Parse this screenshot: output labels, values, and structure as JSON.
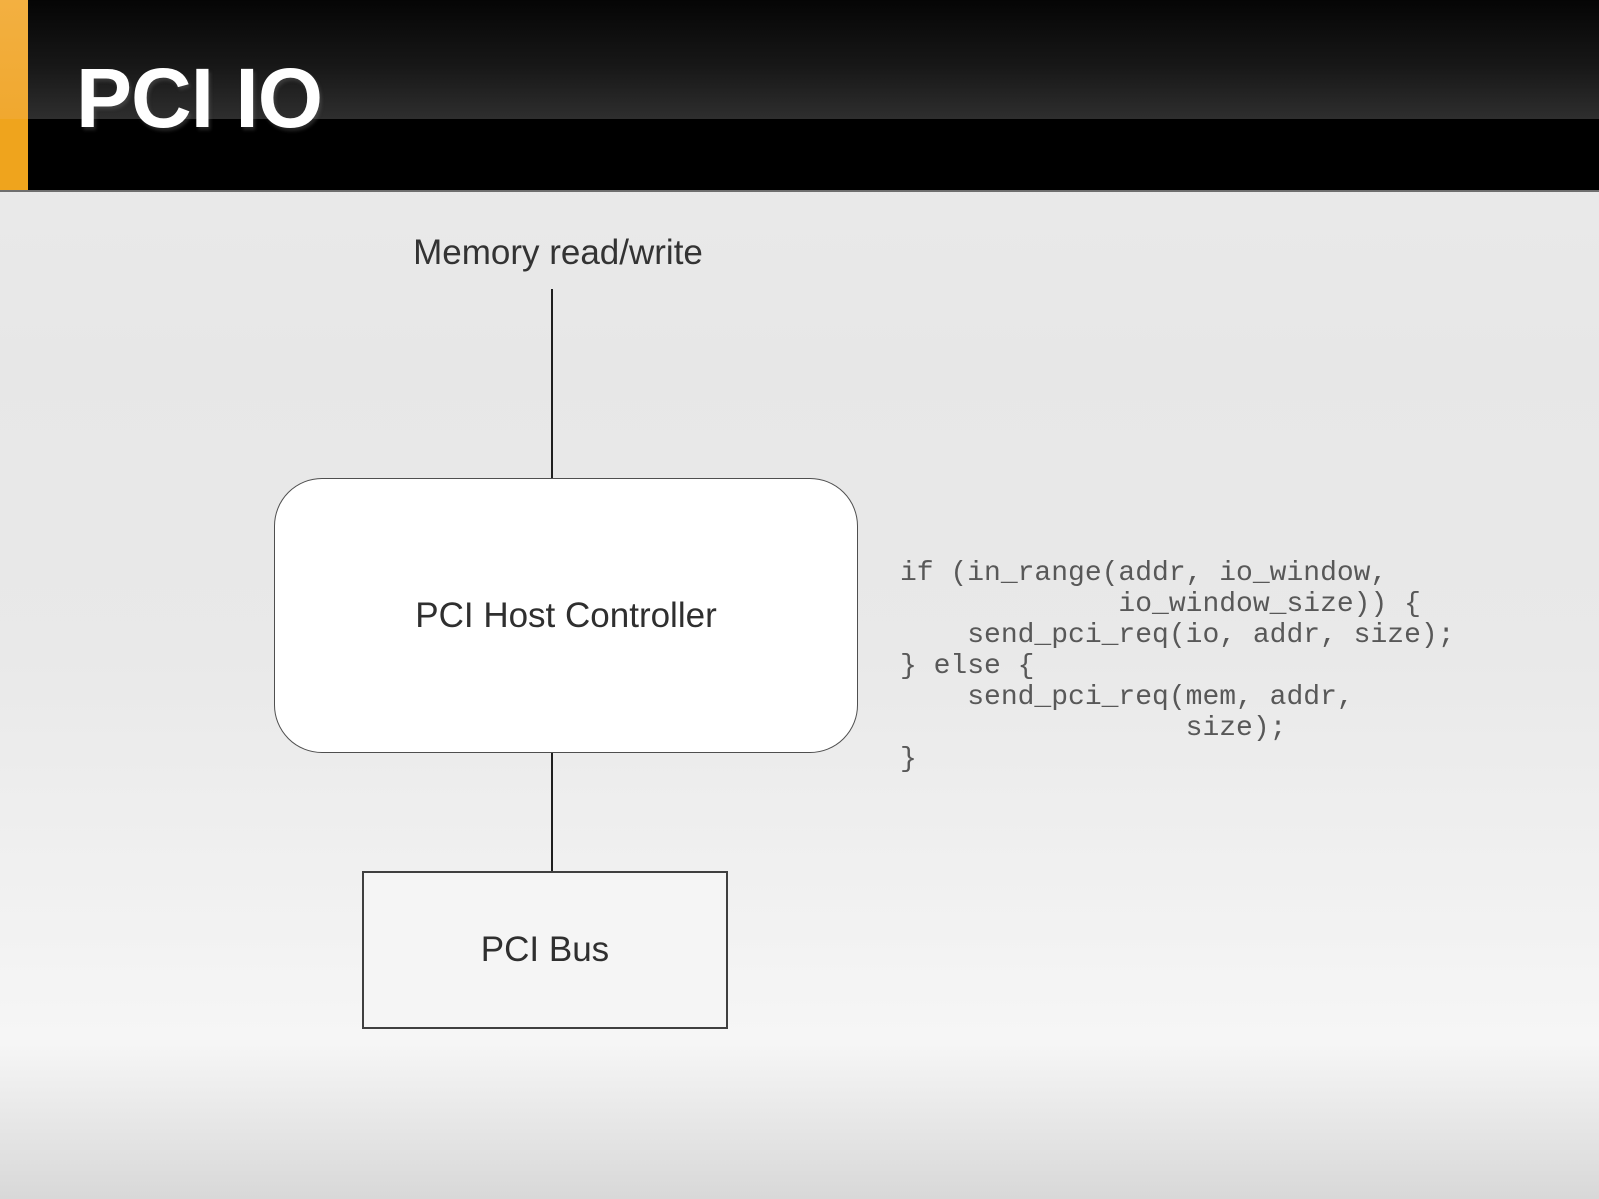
{
  "header": {
    "title": "PCI IO",
    "accent_color": "#EFA41D",
    "background_color": "#000000"
  },
  "diagram": {
    "top_label": "Memory read/write",
    "host_box_label": "PCI Host Controller",
    "bus_box_label": "PCI Bus"
  },
  "code": {
    "text": "if (in_range(addr, io_window,\n             io_window_size)) {\n    send_pci_req(io, addr, size);\n} else {\n    send_pci_req(mem, addr,\n                 size);\n}"
  }
}
